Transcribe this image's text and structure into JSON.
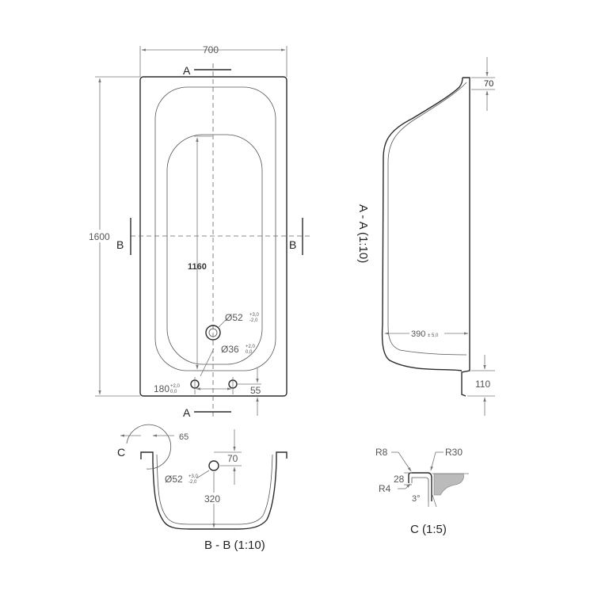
{
  "top_view": {
    "width": "700",
    "length": "1600",
    "inner_length": "1160",
    "section_a": "A",
    "section_b": "B",
    "drain_overflow": {
      "prefix": "Ø52",
      "sup": "+3,0",
      "sub": "-2,0"
    },
    "drain_outlet": {
      "prefix": "Ø36",
      "sup": "+2,0",
      "sub": "0,0"
    },
    "feet_spacing": {
      "value": "180",
      "sup": "+2,0",
      "sub": "0,0"
    },
    "feet_offset": "55"
  },
  "section_aa": {
    "label": "A - A (1:10)",
    "rim_height": "70",
    "depth": {
      "value": "390",
      "tol": "± 5,0"
    },
    "foot_height": "110"
  },
  "section_bb": {
    "label": "B - B (1:10)",
    "detail_ref": "C",
    "rim_width": "65",
    "rim_height": "70",
    "overflow": {
      "prefix": "Ø52",
      "sup": "+3,0",
      "sub": "-2,0"
    },
    "depth": "320"
  },
  "detail_c": {
    "label": "C (1:5)",
    "r_outer": "R8",
    "r_inner": "R30",
    "thickness": "28",
    "r_bottom": "R4",
    "angle": "3°"
  }
}
